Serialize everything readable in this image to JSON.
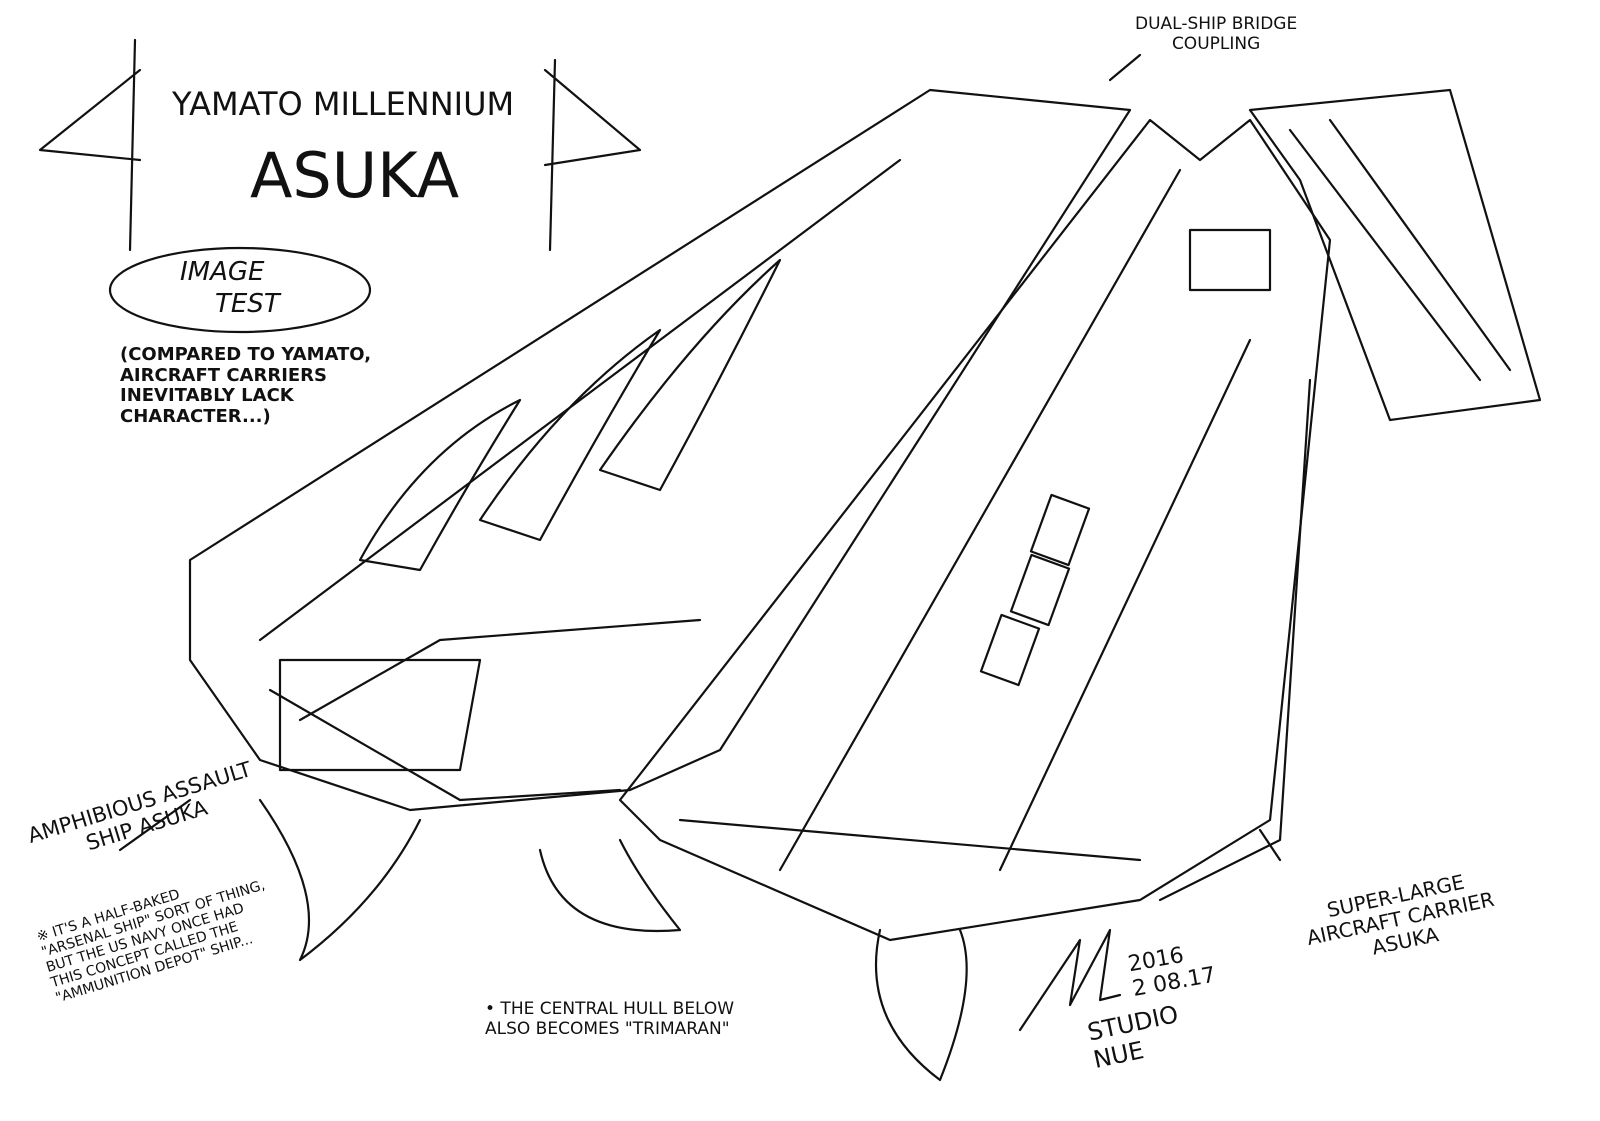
{
  "title": {
    "line1": "Yamato Millennium",
    "line2": "Asuka"
  },
  "stamp": {
    "line1": "Image",
    "line2": "Test"
  },
  "note_compare": "(Compared to Yamato,\naircraft carriers\ninevitably lack\ncharacter...)",
  "label_bridge": "Dual-ship bridge\ncoupling",
  "label_amphibious": {
    "title": "Amphibious assault\nship Asuka",
    "note": "※ It's a half-baked\n\"Arsenal ship\" sort of thing,\nbut the US Navy once had\nthis concept called the\n\"Ammunition depot\" ship..."
  },
  "label_central": "• The central hull below\nalso becomes \"Trimaran\"",
  "label_carrier": "Super-large\naircraft carrier\nAsuka",
  "signature": {
    "date": "2016\n2 08.17",
    "studio": "Studio\nNue"
  }
}
